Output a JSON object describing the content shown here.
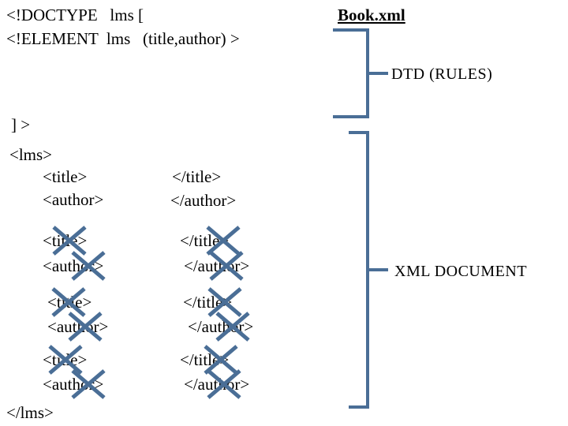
{
  "file_title": "Book.xml",
  "dtd": {
    "line1": "<!DOCTYPE   lms [",
    "line2": "<!ELEMENT  lms   (title,author) >",
    "close": "] >",
    "label": "DTD (RULES)"
  },
  "xml": {
    "open": "<lms>",
    "close": "</lms>",
    "label": "XML DOCUMENT",
    "rows": [
      {
        "open": "<title>",
        "close": "</title>"
      },
      {
        "open": "<author>",
        "close": "</author>"
      },
      {
        "open": "<title>",
        "close": "</title>"
      },
      {
        "open": "<author>",
        "close": "</author>"
      },
      {
        "open": "<title>",
        "close": "</title>"
      },
      {
        "open": "<author>",
        "close": "</author>"
      },
      {
        "open": "<title>",
        "close": "</title>"
      },
      {
        "open": "<author>",
        "close": "</author>"
      }
    ]
  },
  "colors": {
    "bracket": "#4a6e96",
    "cross": "#4a6e96"
  }
}
